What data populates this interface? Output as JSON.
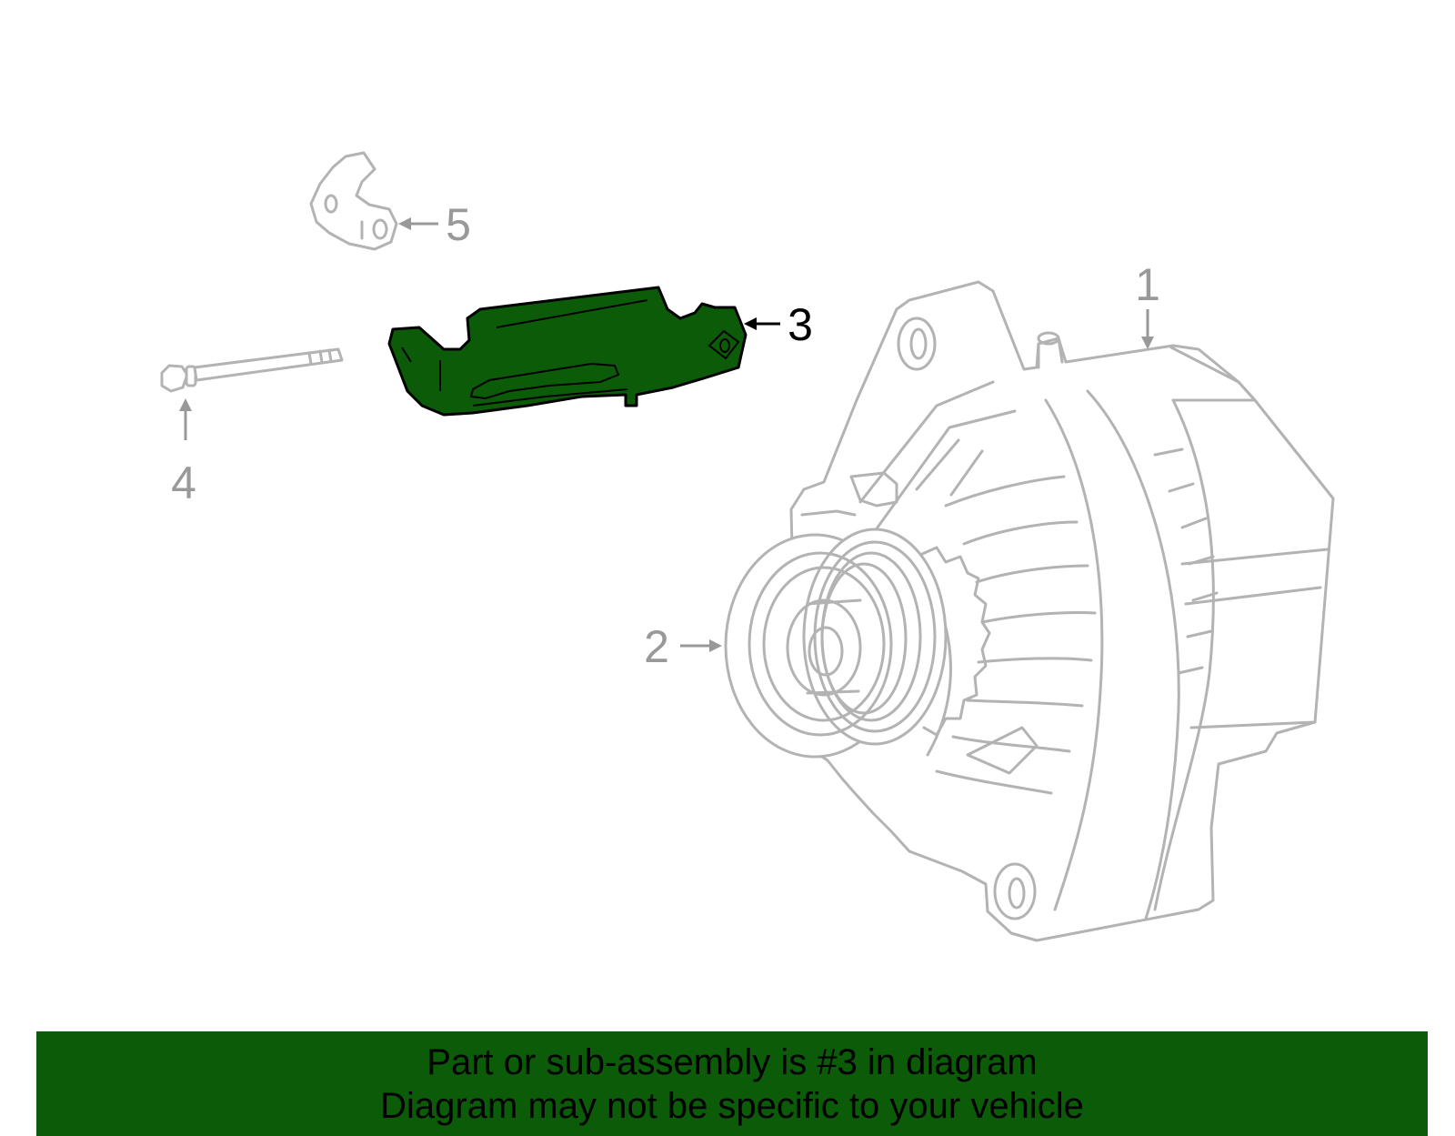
{
  "colors": {
    "highlight": "#0b5b08",
    "banner": "#0b5b08",
    "part_outline": "#b3b3b3",
    "callout_gray": "#999999",
    "callout_active": "#000000"
  },
  "callouts": {
    "c1": "1",
    "c2": "2",
    "c3": "3",
    "c4": "4",
    "c5": "5"
  },
  "highlighted_part": "3",
  "banner": {
    "line1": "Part or sub-assembly is #3 in diagram",
    "line2": "Diagram may not be specific to your vehicle"
  }
}
